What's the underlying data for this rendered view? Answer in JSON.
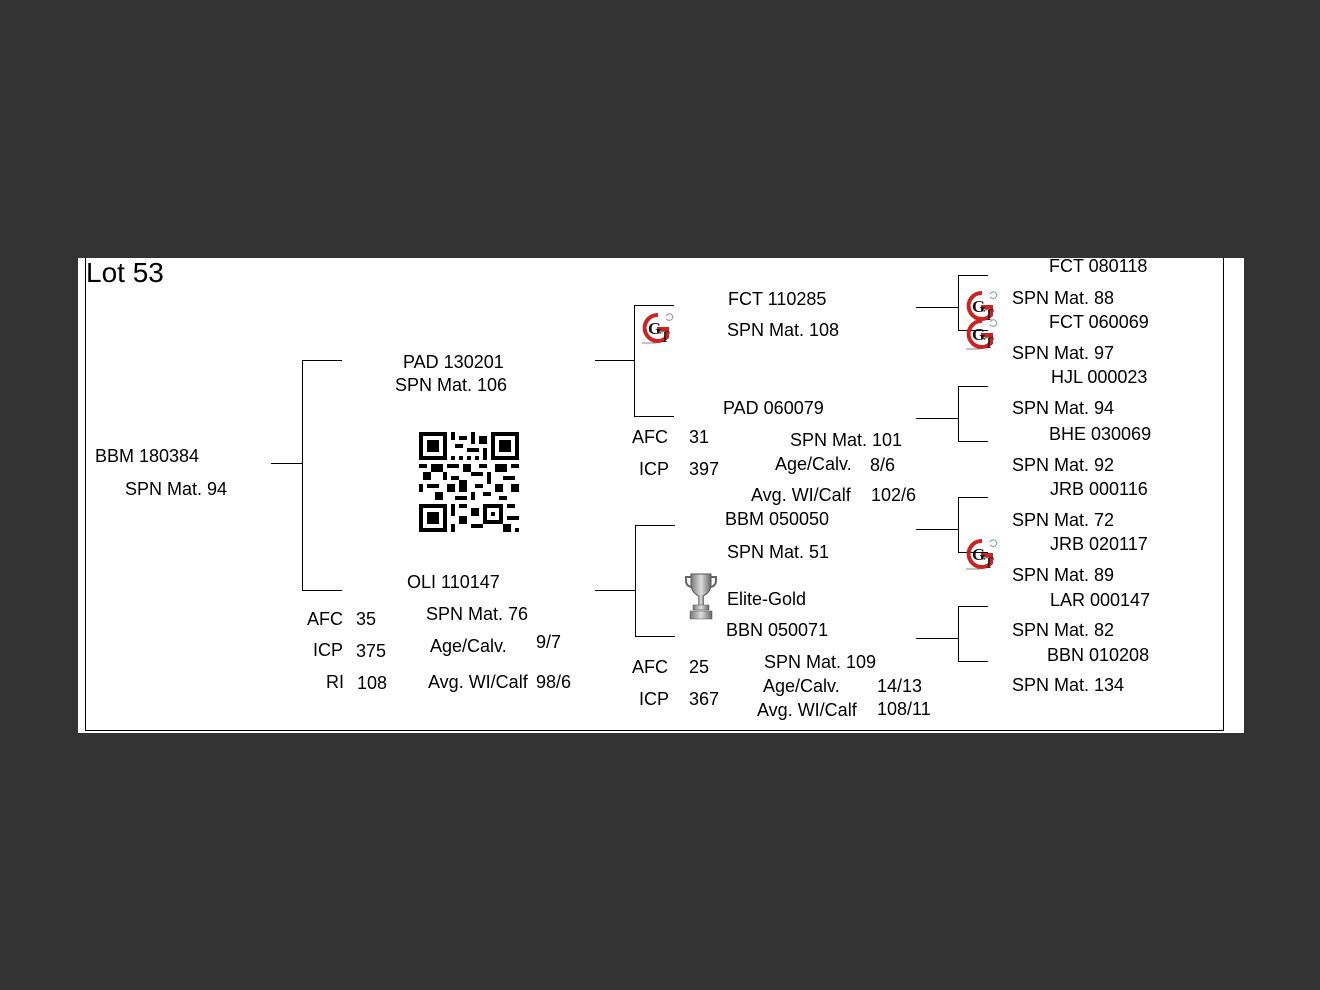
{
  "lot": {
    "title": "Lot 53"
  },
  "animal": {
    "id": "BBM 180384",
    "spn": "SPN Mat. 94"
  },
  "sire": {
    "id": "PAD 130201",
    "spn": "SPN Mat. 106"
  },
  "dam": {
    "id": "OLI 110147",
    "spn": "SPN Mat. 76",
    "afc_label": "AFC",
    "afc": "35",
    "icp_label": "ICP",
    "icp": "375",
    "ri_label": "RI",
    "ri": "108",
    "age_label": "Age/Calv.",
    "age": "9/7",
    "wi_label": "Avg. WI/Calf",
    "wi": "98/6"
  },
  "gen2": {
    "ss": {
      "id": "FCT 110285",
      "spn": "SPN Mat. 108"
    },
    "sd": {
      "id": "PAD 060079",
      "spn": "SPN Mat. 101",
      "afc_label": "AFC",
      "afc": "31",
      "icp_label": "ICP",
      "icp": "397",
      "age_label": "Age/Calv.",
      "age": "8/6",
      "wi_label": "Avg. WI/Calf",
      "wi": "102/6"
    },
    "ds": {
      "id": "BBM 050050",
      "spn": "SPN Mat. 51"
    },
    "dd": {
      "award": "Elite-Gold",
      "id": "BBN 050071",
      "spn": "SPN Mat. 109",
      "afc_label": "AFC",
      "afc": "25",
      "icp_label": "ICP",
      "icp": "367",
      "age_label": "Age/Calv.",
      "age": "14/13",
      "wi_label": "Avg. WI/Calf",
      "wi": "108/11"
    }
  },
  "gen3": [
    {
      "id": "FCT 080118",
      "spn": "SPN Mat. 88"
    },
    {
      "id": "FCT 060069",
      "spn": "SPN Mat. 97"
    },
    {
      "id": "HJL 000023",
      "spn": "SPN Mat. 94"
    },
    {
      "id": "BHE 030069",
      "spn": "SPN Mat. 92"
    },
    {
      "id": "JRB 000116",
      "spn": "SPN Mat. 72"
    },
    {
      "id": "JRB 020117",
      "spn": "SPN Mat. 89"
    },
    {
      "id": "LAR 000147",
      "spn": "SPN Mat. 82"
    },
    {
      "id": "BBN 010208",
      "spn": "SPN Mat. 134"
    }
  ],
  "icons": {
    "gt": "gt-genotyped-icon",
    "trophy": "trophy-icon",
    "qr": "qr-code"
  },
  "colors": {
    "gt_red": "#cc2222",
    "background": "#333333",
    "page": "#ffffff"
  }
}
